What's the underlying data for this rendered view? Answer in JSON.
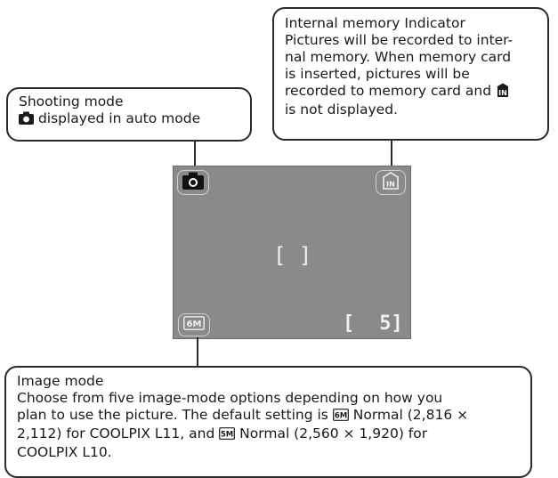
{
  "shooting_mode": {
    "title": "Shooting mode",
    "text": "displayed in auto mode"
  },
  "internal_memory": {
    "lines": [
      "Internal memory Indicator",
      "Pictures will be recorded to inter-",
      "nal memory. When memory card",
      "is inserted, pictures will be",
      "recorded to memory card and",
      "is not displayed."
    ]
  },
  "image_mode": {
    "title": "Image mode",
    "line1": "Choose from five image-mode options depending on how you",
    "line2": "plan to use the picture. The default setting is",
    "line2_after": "Normal (2,816 ×",
    "line3_before": "2,112) for COOLPIX L11, and",
    "line3_after": "Normal (2,560 × 1,920) for",
    "line4": "COOLPIX L10."
  },
  "monitor": {
    "focus_brackets": "[ ]",
    "exposures_open": "[",
    "exposures_count": "5",
    "exposures_close": "]",
    "image_mode_icon_text": "6M",
    "memory_icon_text": "IN",
    "image_mode_icon_text_l10": "5M"
  },
  "colors": {
    "monitor": "#8a8a8a",
    "outline": "#2a2a2a"
  }
}
